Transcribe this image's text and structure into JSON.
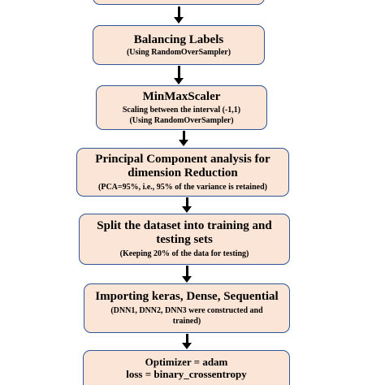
{
  "flowchart": {
    "steps": [
      {
        "title": "",
        "lines": []
      },
      {
        "title": "Balancing Labels",
        "lines": [
          "(Using RandomOverSampler)"
        ]
      },
      {
        "title": "MinMaxScaler",
        "lines": [
          "Scaling between the interval (-1,1)",
          "(Using RandomOverSampler)"
        ]
      },
      {
        "title": "Principal Component analysis for dimension Reduction",
        "lines": [
          "(PCA=95%, i.e., 95% of the variance is retained)"
        ]
      },
      {
        "title": "Split the dataset into training and testing sets",
        "lines": [
          "(Keeping 20% of the data for testing)"
        ]
      },
      {
        "title": "Importing keras, Dense, Sequential",
        "lines": [
          "(DNN1, DNN2, DNN3 were constructed and trained)"
        ]
      },
      {
        "title": "",
        "lines": [
          "Optimizer = adam",
          "loss = binary_crossentropy"
        ]
      }
    ]
  },
  "colors": {
    "box_fill": "#fbe5d6",
    "box_border": "#2f5597",
    "arrow": "#000000"
  }
}
